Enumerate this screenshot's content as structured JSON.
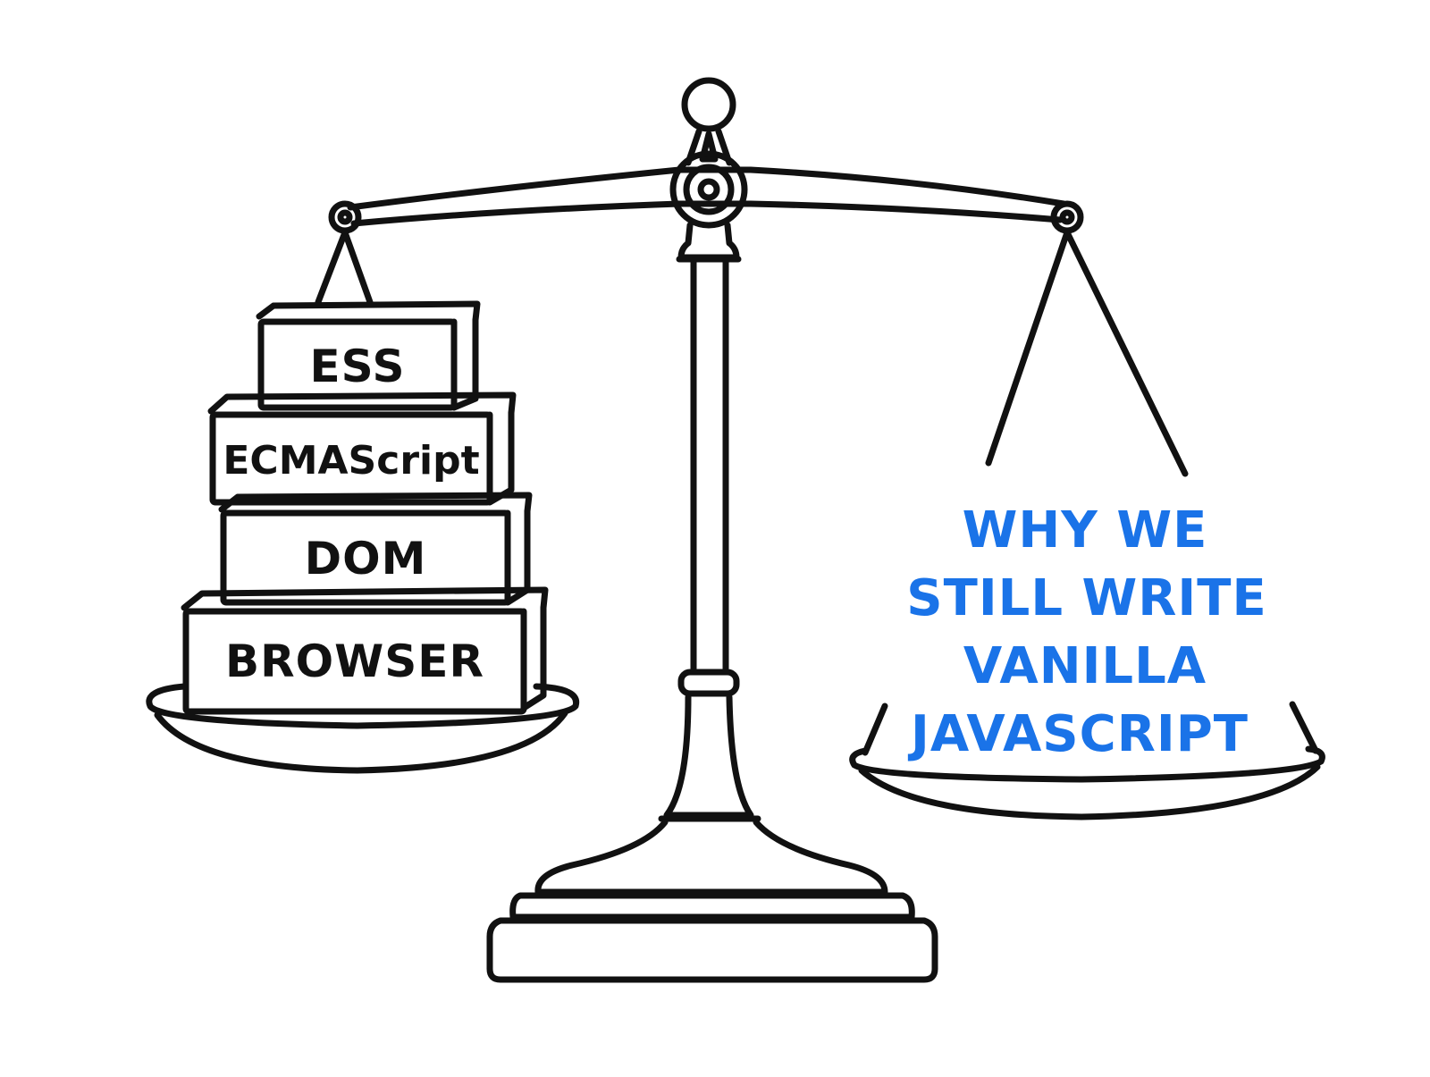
{
  "left_pan": {
    "blocks": [
      {
        "label": "ESS"
      },
      {
        "label": "ECMAScript"
      },
      {
        "label": "DOM"
      },
      {
        "label": "BROWSER"
      }
    ]
  },
  "right_pan": {
    "lines": [
      "WHY WE",
      "STILL WRITE",
      "VANILLA",
      "JAVASCRIPT"
    ]
  },
  "colors": {
    "ink": "#111111",
    "message": "#1a73e8",
    "background": "#ffffff"
  },
  "icons": {
    "illustration": "balance-scale-icon"
  }
}
